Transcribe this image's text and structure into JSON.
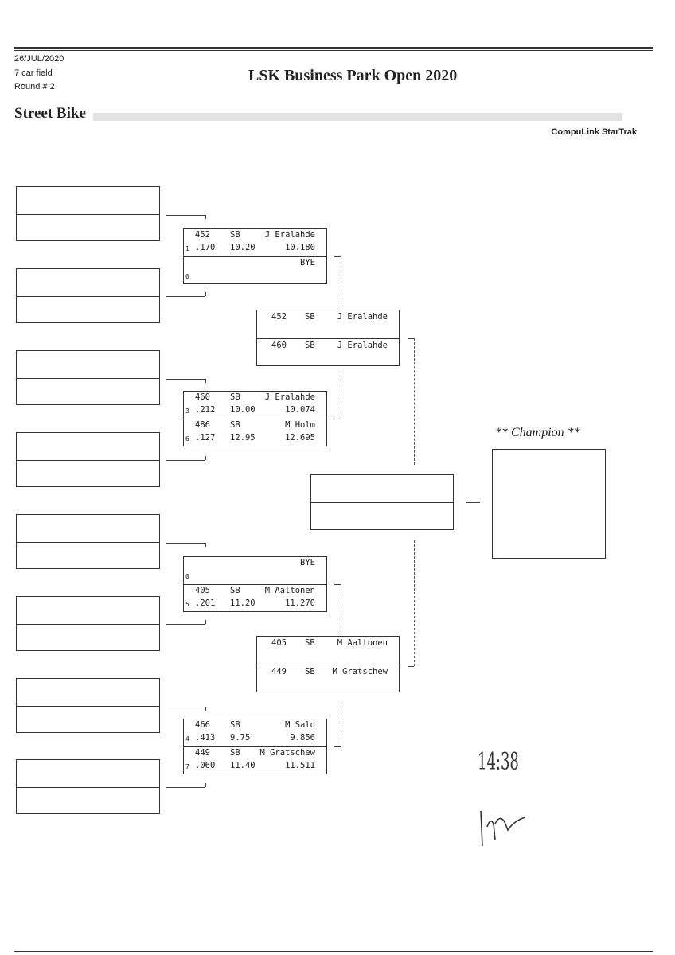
{
  "header": {
    "date": "26/JUL/2020",
    "field": "7 car field",
    "round": "Round # 2",
    "title": "LSK Business Park Open 2020",
    "class": "Street Bike",
    "software": "CompuLink StarTrak"
  },
  "round2": [
    {
      "top": {
        "car": "452",
        "cls": "SB",
        "name": "J Eralahde",
        "lane": "1",
        "rt": ".170",
        "dial": "10.20",
        "et": "10.180"
      },
      "bottom": {
        "car": "",
        "cls": "",
        "name": "BYE",
        "lane": "0",
        "rt": "",
        "dial": "",
        "et": ""
      }
    },
    {
      "top": {
        "car": "460",
        "cls": "SB",
        "name": "J Eralahde",
        "lane": "3",
        "rt": ".212",
        "dial": "10.00",
        "et": "10.074"
      },
      "bottom": {
        "car": "486",
        "cls": "SB",
        "name": "M Holm",
        "lane": "6",
        "rt": ".127",
        "dial": "12.95",
        "et": "12.695"
      }
    },
    {
      "top": {
        "car": "",
        "cls": "",
        "name": "BYE",
        "lane": "0",
        "rt": "",
        "dial": "",
        "et": ""
      },
      "bottom": {
        "car": "405",
        "cls": "SB",
        "name": "M Aaltonen",
        "lane": "5",
        "rt": ".201",
        "dial": "11.20",
        "et": "11.270"
      }
    },
    {
      "top": {
        "car": "466",
        "cls": "SB",
        "name": "M Salo",
        "lane": "4",
        "rt": ".413",
        "dial": "9.75",
        "et": "9.856"
      },
      "bottom": {
        "car": "449",
        "cls": "SB",
        "name": "M Gratschew",
        "lane": "7",
        "rt": ".060",
        "dial": "11.40",
        "et": "11.511"
      }
    }
  ],
  "round3": [
    {
      "top": {
        "car": "452",
        "cls": "SB",
        "name": "J Eralahde"
      },
      "bottom": {
        "car": "460",
        "cls": "SB",
        "name": "J Eralahde"
      }
    },
    {
      "top": {
        "car": "405",
        "cls": "SB",
        "name": "M Aaltonen"
      },
      "bottom": {
        "car": "449",
        "cls": "SB",
        "name": "M Gratschew"
      }
    }
  ],
  "champion_label": "** Champion **",
  "handwritten_time": "14:38",
  "handwritten_initials": "Lm"
}
